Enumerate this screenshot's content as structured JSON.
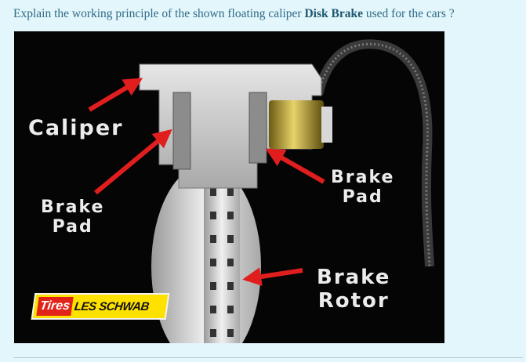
{
  "question": {
    "before": "Explain the working principle of the shown floating caliper ",
    "bold": "Disk Brake",
    "after": " used for the cars ?"
  },
  "figure": {
    "labels": {
      "caliper": "Caliper",
      "brake_pad_left": [
        "Brake",
        "Pad"
      ],
      "brake_pad_right": [
        "Brake",
        "Pad"
      ],
      "brake_rotor": [
        "Brake",
        "Rotor"
      ]
    },
    "brand": {
      "tires": "Tires",
      "name": "LES SCHWAB"
    },
    "colors": {
      "arrow": "#e01e1e",
      "background": "#050505",
      "brand_yellow": "#ffe100",
      "brand_red": "#e2231a"
    }
  }
}
